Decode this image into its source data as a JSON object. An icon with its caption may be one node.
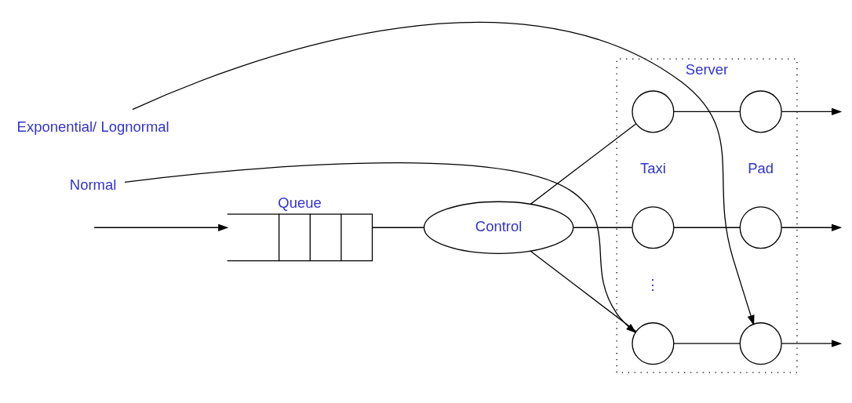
{
  "diagram": {
    "nodes": [
      {
        "text": [
          "Server"
        ]
      },
      {
        "text": [
          "Queue"
        ]
      },
      {
        "text": [
          "Control"
        ]
      },
      {
        "text": [],
        "shape": "circle",
        "in": 0
      },
      {
        "text": [],
        "shape": "circle",
        "in": 0
      },
      {
        "text": [],
        "shape": "circle",
        "in": 0
      },
      {
        "text": [],
        "shape": "circle",
        "in": 0
      },
      {
        "text": [],
        "shape": "circle",
        "in": 0
      },
      {
        "text": [],
        "shape": "circle",
        "in": 0
      },
      {
        "text": [
          "Normal"
        ]
      },
      {
        "text": [
          "Exponential/ Lognormal"
        ]
      }
    ],
    "edges": [
      {
        "from": null,
        "to": 1,
        "arrow": "to"
      },
      {
        "from": 1,
        "to": 2,
        "arrow": "none"
      },
      {
        "from": 2,
        "to": 3,
        "arrow": "none"
      },
      {
        "from": 2,
        "to": 5,
        "arrow": "none"
      },
      {
        "from": 2,
        "to": 7,
        "arrow": "none"
      },
      {
        "from": 3,
        "to": 4,
        "arrow": "none"
      },
      {
        "from": 5,
        "to": 6,
        "arrow": "none"
      },
      {
        "from": 7,
        "to": 8,
        "arrow": "none"
      },
      {
        "from": 4,
        "to": null,
        "arrow": "to"
      },
      {
        "from": 6,
        "to": null,
        "arrow": "to"
      },
      {
        "from": 8,
        "to": null,
        "arrow": "to"
      },
      {
        "from": 9,
        "to": 7,
        "arrow": "to"
      },
      {
        "from": 10,
        "to": 8,
        "arrow": "to"
      }
    ],
    "labels": [
      "Taxi",
      "Pad",
      "⋮"
    ]
  }
}
